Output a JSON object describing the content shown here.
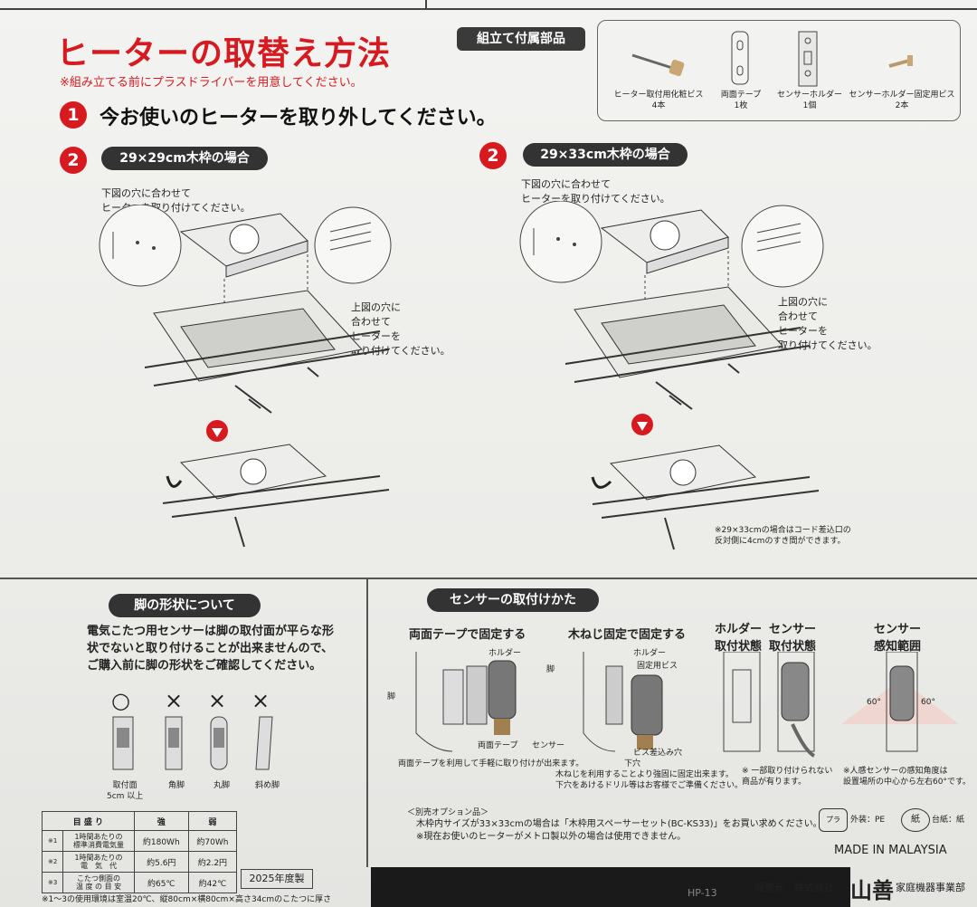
{
  "title": "ヒーターの取替え方法",
  "prep_note": "※組み立てる前にプラスドライバーを用意してください。",
  "parts": {
    "header": "組立て付属部品",
    "items": [
      {
        "name": "ヒーター取付用化粧ビス",
        "qty": "4本"
      },
      {
        "name": "両面テープ",
        "qty": "1枚"
      },
      {
        "name": "センサーホルダー",
        "qty": "1個"
      },
      {
        "name": "センサーホルダー固定用ビス",
        "qty": "2本"
      }
    ]
  },
  "step1": {
    "num": "1",
    "text": "今お使いのヒーターを取り外してください。"
  },
  "step2a": {
    "num": "2",
    "label": "29×29cm木枠の場合",
    "note_top": "下図の穴に合わせて\nヒーターを取り付けてください。",
    "note_side": "上図の穴に\n合わせて\nヒーターを\n取り付けてください。"
  },
  "step2b": {
    "num": "2",
    "label": "29×33cm木枠の場合",
    "note_top": "下図の穴に合わせて\nヒーターを取り付けてください。",
    "note_side": "上図の穴に\n合わせて\nヒーターを\n取り付けてください。",
    "note_bottom": "※29×33cmの場合はコード差込口の\n反対側に4cmのすき間ができます。"
  },
  "legs": {
    "header": "脚の形状について",
    "text": "電気こたつ用センサーは脚の取付面が平らな形状でないと取り付けることが出来ませんので、ご購入前に脚の形状をご確認してください。",
    "marks": [
      "○",
      "×",
      "×",
      "×"
    ],
    "labels": [
      "取付面\n5cm 以上",
      "角脚",
      "丸脚",
      "斜め脚"
    ]
  },
  "spec_table": {
    "headers": [
      "目 盛 り",
      "強",
      "弱"
    ],
    "rows": [
      {
        "n": "※1",
        "label": "1時間あたりの\n標準消費電気量",
        "strong": "約180Wh",
        "weak": "約70Wh"
      },
      {
        "n": "※2",
        "label": "1時間あたりの\n電　気　代",
        "strong": "約5.6円",
        "weak": "約2.2円"
      },
      {
        "n": "※3",
        "label": "こたつ側面の\n温 度 の 目 安",
        "strong": "約65℃",
        "weak": "約42℃"
      }
    ],
    "year": "2025年度製",
    "footnote": "※1～3の使用環境は室温20℃、縦80cm×横80cm×高さ34cmのこたつに厚さ"
  },
  "sensor": {
    "header": "センサーの取付けかた",
    "tape_title": "両面テープで固定する",
    "tape_labels": [
      "ホルダー",
      "脚",
      "両面テープ",
      "センサー"
    ],
    "tape_note": "両面テープを利用して手軽に取り付けが出来ます。",
    "screw_title": "木ねじ固定で固定する",
    "screw_labels": [
      "ホルダー",
      "固定用ビス",
      "脚",
      "ビス差込み穴",
      "下穴"
    ],
    "screw_note": "木ねじを利用することより強固に固定出来ます。\n下穴をあけるドリル等はお客様でご準備ください。",
    "holder_title": "ホルダー\n取付状態",
    "sensor_title": "センサー\n取付状態",
    "state_note": "※ 一部取り付けられない\n商品が有ります。",
    "range_title": "センサー\n感知範囲",
    "angle_left": "60°",
    "angle_right": "60°",
    "range_note": "※人感センサーの感知角度は\n設置場所の中心から左右60°です。"
  },
  "option": {
    "header": "＜別売オプション品＞",
    "line1": "木枠内サイズが33×33cmの場合は「木枠用スペーサーセット(BC-KS33)」をお買い求めください。",
    "line2": "※現在お使いのヒーターがメトロ製以外の場合は使用できません。"
  },
  "recycle": {
    "outer": "外装：PE",
    "board": "台紙：紙",
    "pla": "プラ",
    "paper": "紙"
  },
  "made_in": "MADE IN MALAYSIA",
  "seller": {
    "label": "販売元　株式会社",
    "company": "山善",
    "dept": "家庭機器事業部"
  },
  "model_code": "HP-13"
}
